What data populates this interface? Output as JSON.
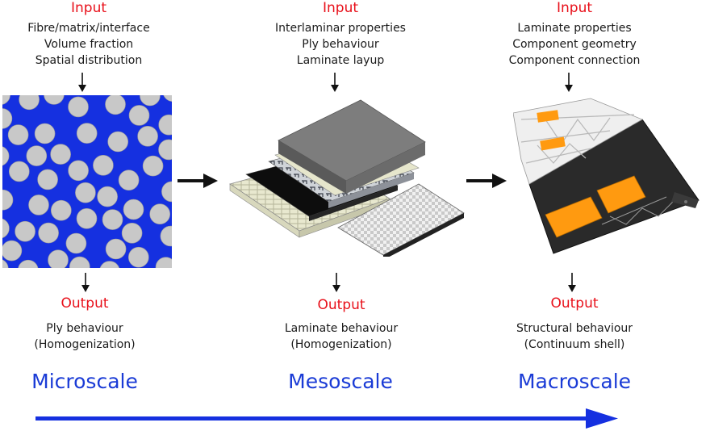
{
  "columns": [
    {
      "input_label": "Input",
      "inputs": [
        "Fibre/matrix/interface",
        "Volume fraction",
        "Spatial distribution"
      ],
      "output_label": "Output",
      "outputs": [
        "Ply behaviour",
        "(Homogenization)"
      ],
      "scale": "Microscale"
    },
    {
      "input_label": "Input",
      "inputs": [
        "Interlaminar properties",
        "Ply behaviour",
        "Laminate layup"
      ],
      "output_label": "Output",
      "outputs": [
        "Laminate behaviour",
        "(Homogenization)"
      ],
      "scale": "Mesoscale"
    },
    {
      "input_label": "Input",
      "inputs": [
        "Laminate properties",
        "Component geometry",
        "Component connection"
      ],
      "output_label": "Output",
      "outputs": [
        "Structural behaviour",
        "(Continuum shell)"
      ],
      "scale": "Macroscale"
    }
  ],
  "colors": {
    "label_red": "#e8101a",
    "scale_blue": "#1a3bd6",
    "matrix_blue": "#1530e0",
    "fibre_grey": "#c8c8c8",
    "panel_orange": "#ff9a10",
    "wing_dark": "#2a2a2a"
  },
  "icons": [
    "down-arrow-icon",
    "right-arrow-icon",
    "fibre-microstructure-image",
    "laminate-layers-image",
    "wing-structure-image"
  ]
}
